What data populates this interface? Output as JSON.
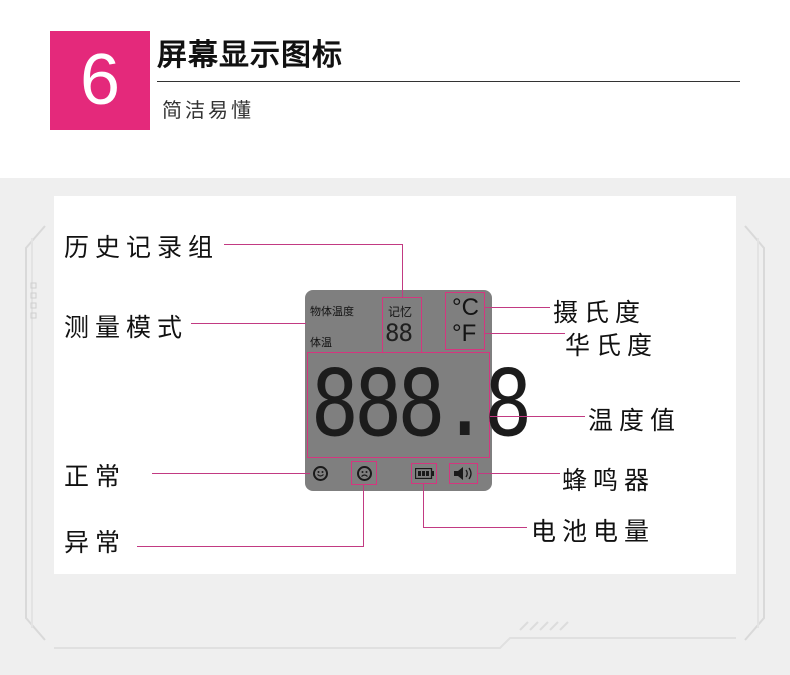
{
  "header": {
    "number": "6",
    "title": "屏幕显示图标",
    "subtitle": "简洁易懂"
  },
  "lcd": {
    "measure_mode_1": "物体温度",
    "measure_mode_2": "体温",
    "memory_label": "记忆",
    "memory_digits": "88",
    "celsius": "°C",
    "fahrenheit": "°F",
    "main_digits": "888.8"
  },
  "labels": {
    "history": "历史记录组",
    "measure_mode": "测量模式",
    "celsius": "摄氏度",
    "fahrenheit": "华氏度",
    "temperature": "温度值",
    "normal": "正常",
    "abnormal": "异常",
    "buzzer": "蜂鸣器",
    "battery": "电池电量"
  },
  "colors": {
    "accent": "#e4297b",
    "leader_line": "#c23a82",
    "lcd_background": "#7f7f7f"
  }
}
